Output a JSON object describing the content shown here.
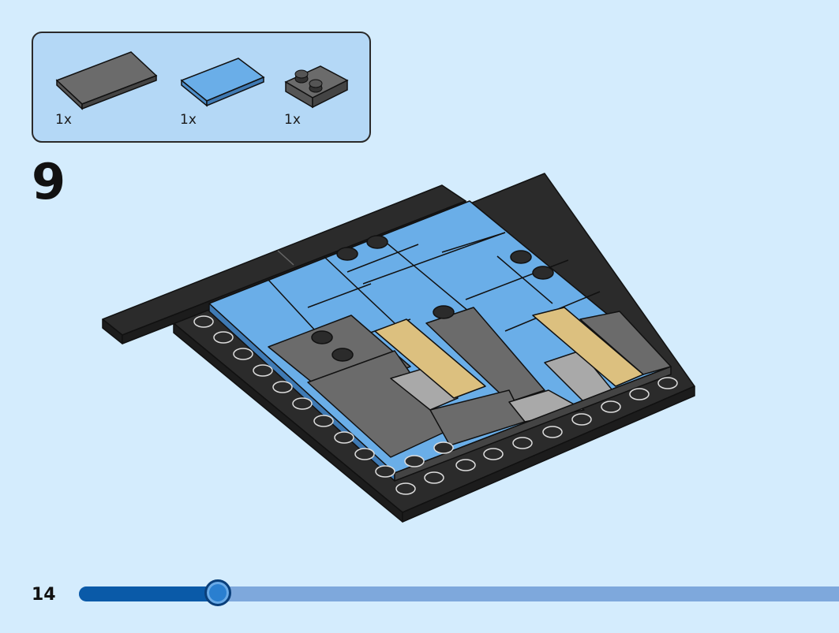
{
  "parts_list": {
    "items": [
      {
        "name": "dark-gray-tile-2x4",
        "count": "1x",
        "color": "#6b6b6b"
      },
      {
        "name": "blue-tile-2x4",
        "count": "1x",
        "color": "#6aaee8"
      },
      {
        "name": "dark-gray-plate-2x2-with-studs",
        "count": "1x",
        "color": "#6b6b6b"
      }
    ]
  },
  "step": {
    "number": "9"
  },
  "page": {
    "number": "14"
  },
  "progress": {
    "fraction": 0.183
  },
  "colors": {
    "background": "#d4ecfd",
    "parts_box": "#b4d8f6",
    "black_brick": "#2b2b2b",
    "dark_gray": "#6b6b6b",
    "light_gray": "#a9a9a9",
    "medium_blue": "#6aaee8",
    "tan": "#dcc07f"
  }
}
